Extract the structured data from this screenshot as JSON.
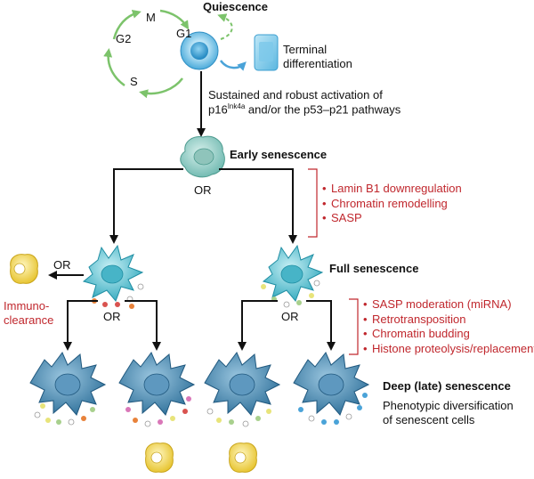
{
  "cycle": {
    "phases": {
      "m": "M",
      "g2": "G2",
      "s": "S",
      "g1": "G1"
    }
  },
  "quiescence": "Quiescence",
  "terminal": {
    "line1": "Terminal",
    "line2": "differentiation"
  },
  "activation": {
    "line1": "Sustained and robust activation of",
    "p16_base": "p16",
    "p16_sup": "Ink4a",
    "p16_rest": " and/or the p53–p21 pathways"
  },
  "early_senescence": "Early senescence",
  "or_label": "OR",
  "early_features": [
    "Lamin B1 downregulation",
    "Chromatin remodelling",
    "SASP"
  ],
  "immunoclearance": {
    "line1": "Immuno-",
    "line2": "clearance"
  },
  "full_senescence": "Full senescence",
  "full_features": [
    "SASP moderation (miRNA)",
    "Retrotransposition",
    "Chromatin budding",
    "Histone proteolysis/replacement"
  ],
  "deep_senescence": "Deep (late) senescence",
  "phenotypic": {
    "line1": "Phenotypic diversification",
    "line2": "of senescent cells"
  },
  "bullet": "•",
  "colors": {
    "cycle_green": "#7cc36b",
    "arrow_blue": "#4aa3d8",
    "red": "#c0272d",
    "teal_cell": "#5ec8d6",
    "dark_cell": "#3b7fa8",
    "yellow_cell": "#f2d54a"
  }
}
